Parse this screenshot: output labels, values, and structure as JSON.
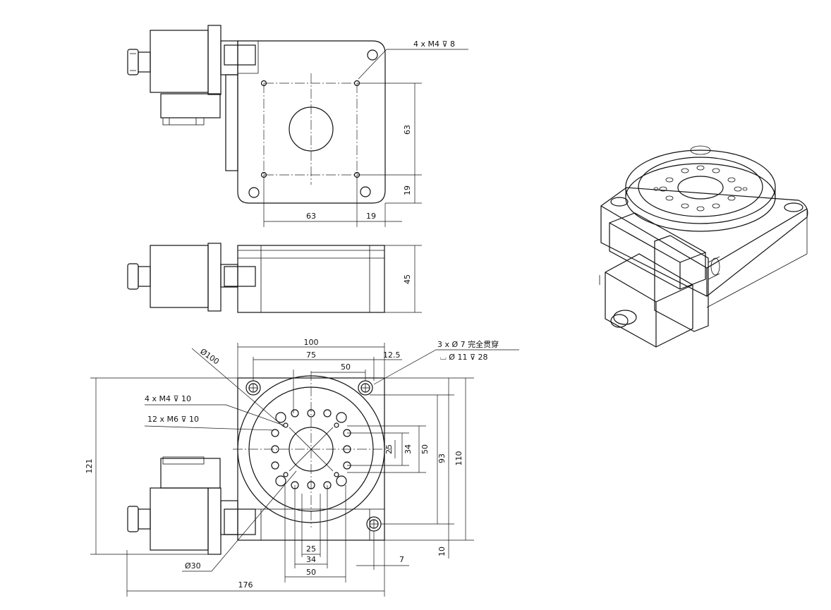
{
  "callouts": {
    "top_tapped_holes": "4 x M4 ⊽ 8",
    "top_tapped_holes_4": "4 x M4 ⊽ 10",
    "top_tapped_holes_12": "12 x M6 ⊽ 10",
    "through_holes": "3 x Ø 7 完全贯穿",
    "counterbore": "⌴ Ø 11 ⊽ 28",
    "outer_diameter": "Ø100",
    "center_bore": "Ø30"
  },
  "dimensions": {
    "back_pattern_x": "63",
    "back_offset_x": "19",
    "back_pattern_y": "63",
    "back_offset_y": "19",
    "side_height": "45",
    "width_total": "100",
    "width_holes": "75",
    "width_50_top": "50",
    "edge_offset": "12.5",
    "pat_25_v": "25",
    "pat_34_v": "34",
    "pat_50_v": "50",
    "hole_93": "93",
    "body_110": "110",
    "overall_121": "121",
    "pat_25_h": "25",
    "pat_34_h": "34",
    "pat_50_h": "50",
    "edge_7": "7",
    "edge_10": "10",
    "overall_176": "176"
  }
}
